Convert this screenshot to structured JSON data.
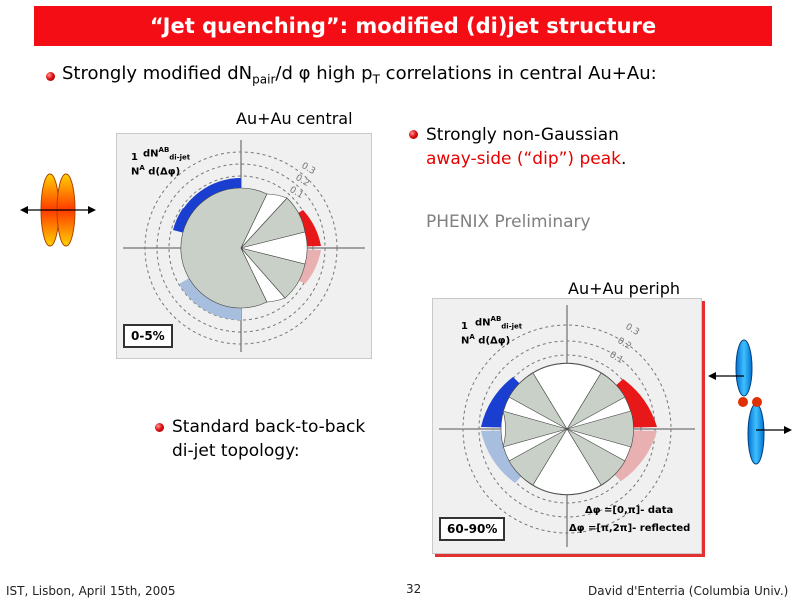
{
  "slide": {
    "title": "“Jet quenching”: modified (di)jet structure",
    "main_bullet": {
      "text_a": "Strongly modified dN",
      "sub_a": "pair",
      "text_b": "/d ",
      "phi": "φ",
      "text_c": " high p",
      "sub_b": "T",
      "text_d": " correlations in central Au+Au:"
    },
    "central_label": "Au+Au central",
    "periph_label": "Au+Au periph",
    "bullet_nongauss_1": "Strongly non-Gaussian",
    "bullet_nongauss_2_red": "away-side (“dip”) peak",
    "bullet_nongauss_2_end": ".",
    "phenix": "PHENIX Preliminary",
    "bullet_standard_1": "Standard back-to-back",
    "bullet_standard_2": "di-jet topology:",
    "panel_central": {
      "centrality": "0-5%",
      "ytop_1": "1",
      "ytop_dN": "dN",
      "ytop_AB": "AB",
      "ytop_sub": "di-jet",
      "ytop_N": "N",
      "ytop_Nsup": "A",
      "ytop_d": "d(Δφ)",
      "ring_labels": [
        "0.3",
        "0.2",
        "0.1"
      ]
    },
    "panel_periph": {
      "centrality": "60-90%",
      "ytop_1": "1",
      "ytop_dN": "dN",
      "ytop_AB": "AB",
      "ytop_sub": "di-jet",
      "ytop_N": "N",
      "ytop_Nsup": "A",
      "ytop_d": "d(Δφ)",
      "ring_labels": [
        "0.3",
        "0.2",
        "0.1"
      ],
      "legend_data": "Δφ =[0,π]- data",
      "legend_reflected": "Δφ =[π,2π]- reflected"
    },
    "footer_left": "IST, Lisbon, April 15th, 2005",
    "page_number": "32",
    "footer_right": "David d'Enterria (Columbia Univ.)"
  },
  "colors": {
    "title_bg": "#f40d14",
    "accent_red": "#e60000",
    "jet_blue": "#1040d0",
    "jet_red": "#e81818",
    "reflected_blue": "#a8bede",
    "reflected_red": "#e8b0b0",
    "core_grey": "#c8d0c8"
  }
}
